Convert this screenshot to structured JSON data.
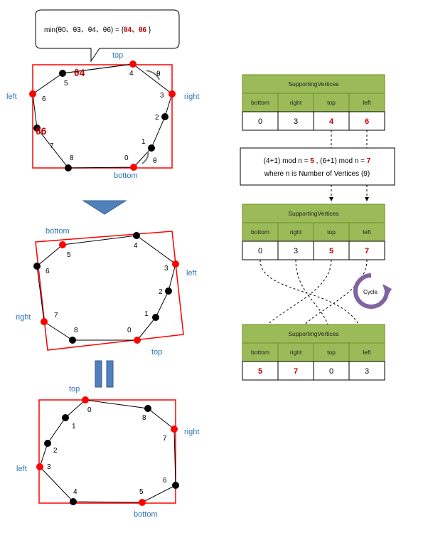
{
  "callout": {
    "prefix": "min(θ0、θ3、θ4、θ6) = {",
    "t4": "θ4",
    "sep": "、",
    "t6": "θ6",
    "suffix": "}"
  },
  "side_labels": {
    "top": "top",
    "right": "right",
    "left": "left",
    "bottom": "bottom"
  },
  "theta": {
    "symbol": "θ",
    "t4": "θ4",
    "t6": "θ6"
  },
  "vertex_labels": [
    "0",
    "1",
    "2",
    "3",
    "4",
    "5",
    "6",
    "7",
    "8"
  ],
  "tables": [
    {
      "title": "SupportingVertices",
      "headers": [
        "bottom",
        "right",
        "top",
        "left"
      ],
      "values": [
        "0",
        "3",
        "4",
        "6"
      ]
    },
    {
      "title": "SupportingVertices",
      "headers": [
        "bottom",
        "right",
        "top",
        "left"
      ],
      "values": [
        "0",
        "3",
        "5",
        "7"
      ]
    },
    {
      "title": "SupportingVertices",
      "headers": [
        "bottom",
        "right",
        "top",
        "left"
      ],
      "values": [
        "5",
        "7",
        "0",
        "3"
      ]
    }
  ],
  "formula": {
    "a": "(4+1) mod n = ",
    "a_val": "5",
    "b": " , (6+1) mod n = ",
    "b_val": "7",
    "line2": "where  n is Number of Vertices (9)"
  },
  "cycle_label": "Cycle",
  "colors": {
    "red": "#ff0000",
    "dark_red": "#c00000",
    "green_header": "#9bbb59",
    "blue_label": "#2e75b6",
    "arrow_blue": "#4f81bd",
    "cycle_purple": "#8064a2"
  }
}
